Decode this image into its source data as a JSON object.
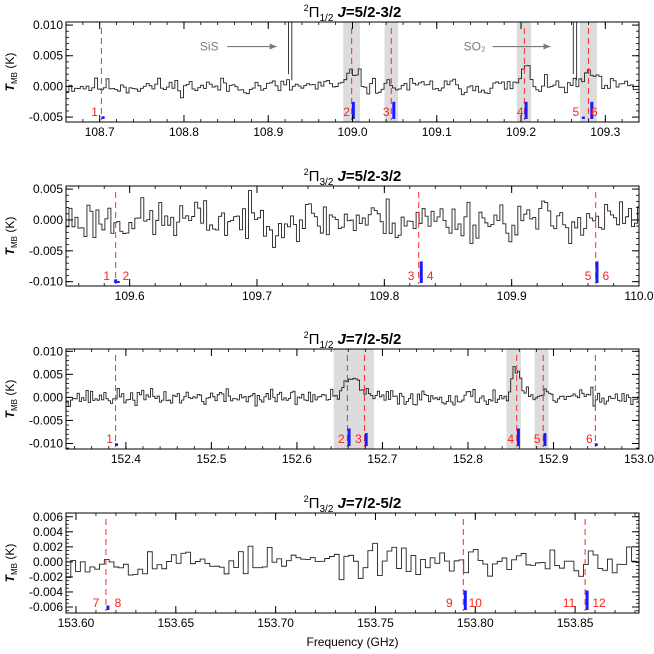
{
  "figure": {
    "xlabel": "Frequency (GHz)"
  },
  "chart_data": [
    {
      "type": "line",
      "title": "²Π1/2 J=5/2-3/2",
      "title_parts": {
        "sup": "2",
        "pi": "Π",
        "sub": "1/2",
        "j": "J",
        "rest": "=5/2-3/2"
      },
      "ylabel": {
        "t": "T",
        "sub": "MB",
        "unit": " (K)"
      },
      "xlim": [
        108.66,
        109.34
      ],
      "ylim": [
        -0.0058,
        0.0105
      ],
      "xticks": [
        108.7,
        108.8,
        108.9,
        109.0,
        109.1,
        109.2,
        109.3
      ],
      "xtick_labels": [
        "108.7",
        "108.8",
        "108.9",
        "109.0",
        "109.1",
        "109.2",
        "109.3"
      ],
      "yticks": [
        0.01,
        0.005,
        0.0,
        -0.005
      ],
      "ytick_labels": [
        "0.010",
        "0.005",
        "0.000",
        "-0.005"
      ],
      "xminor_step": 0.02,
      "yminor_step": 0.001,
      "shaded": [
        [
          108.989,
          109.009
        ],
        [
          109.038,
          109.054
        ],
        [
          109.195,
          109.212
        ],
        [
          109.27,
          109.29
        ]
      ],
      "dashed": [
        108.702,
        108.999,
        109.046,
        109.204,
        109.28
      ],
      "markers": [
        {
          "x": 108.704,
          "h": 0.00045
        },
        {
          "x": 109.001,
          "h": 0.0028
        },
        {
          "x": 109.049,
          "h": 0.0028
        },
        {
          "x": 109.206,
          "h": 0.0028
        },
        {
          "x": 109.274,
          "h": 0.0004
        },
        {
          "x": 109.284,
          "h": 0.0028
        }
      ],
      "numbers": [
        {
          "text": "1",
          "x": 108.694
        },
        {
          "text": "2",
          "x": 108.993
        },
        {
          "text": "3",
          "x": 109.04
        },
        {
          "text": "4",
          "x": 109.199
        },
        {
          "text": "5",
          "x": 109.265
        },
        {
          "text": "6",
          "x": 109.287
        }
      ],
      "annotations": [
        {
          "text": "SiS",
          "x": 108.83,
          "y": 0.0065,
          "arrow_to": 108.91
        },
        {
          "text": "SO₂",
          "x": 109.145,
          "y": 0.0065,
          "arrow_to": 109.235
        }
      ],
      "spikes": [
        {
          "x": 108.924
        },
        {
          "x": 109.262
        }
      ],
      "noise": {
        "seed": 11,
        "step": 0.0034,
        "amp": 0.0015,
        "bumps": [
          [
            109.0,
            0.0028,
            0.008
          ],
          [
            109.204,
            0.0028,
            0.008
          ],
          [
            109.28,
            0.0025,
            0.008
          ]
        ]
      }
    },
    {
      "type": "line",
      "title": "²Π3/2 J=5/2-3/2",
      "title_parts": {
        "sup": "2",
        "pi": "Π",
        "sub": "3/2",
        "j": "J",
        "rest": "=5/2-3/2"
      },
      "ylabel": {
        "t": "T",
        "sub": "MB",
        "unit": " (K)"
      },
      "xlim": [
        109.55,
        110.0
      ],
      "ylim": [
        -0.0107,
        0.0055
      ],
      "xticks": [
        109.6,
        109.7,
        109.8,
        109.9,
        110.0
      ],
      "xtick_labels": [
        "109.6",
        "109.7",
        "109.8",
        "109.9",
        "110.0"
      ],
      "yticks": [
        0.005,
        0.0,
        -0.005,
        -0.01
      ],
      "ytick_labels": [
        "0.005",
        "0.000",
        "-0.005",
        "-0.010"
      ],
      "xminor_step": 0.02,
      "yminor_step": 0.001,
      "shaded": [],
      "dashed": [
        109.589,
        109.827,
        109.966
      ],
      "markers": [
        {
          "x": 109.589,
          "h": 0.0006
        },
        {
          "x": 109.591,
          "h": 0.0003
        },
        {
          "x": 109.829,
          "h": 0.0035
        },
        {
          "x": 109.967,
          "h": 0.0035
        }
      ],
      "numbers": [
        {
          "text": "1",
          "x": 109.582
        },
        {
          "text": "2",
          "x": 109.597
        },
        {
          "text": "3",
          "x": 109.821
        },
        {
          "text": "4",
          "x": 109.836
        },
        {
          "text": "5",
          "x": 109.96
        },
        {
          "text": "6",
          "x": 109.974
        }
      ],
      "annotations": [],
      "spikes": [],
      "noise": {
        "seed": 23,
        "step": 0.00235,
        "amp": 0.0038,
        "bumps": []
      }
    },
    {
      "type": "line",
      "title": "²Π1/2 J=7/2-5/2",
      "title_parts": {
        "sup": "2",
        "pi": "Π",
        "sub": "1/2",
        "j": "J",
        "rest": "=7/2-5/2"
      },
      "ylabel": {
        "t": "T",
        "sub": "MB",
        "unit": " (K)"
      },
      "xlim": [
        152.33,
        153.0
      ],
      "ylim": [
        -0.0112,
        0.0105
      ],
      "xticks": [
        152.4,
        152.5,
        152.6,
        152.7,
        152.8,
        152.9,
        153.0
      ],
      "xtick_labels": [
        "152.4",
        "152.5",
        "152.6",
        "152.7",
        "152.8",
        "152.9",
        "153.0"
      ],
      "yticks": [
        0.01,
        0.005,
        0.0,
        -0.005,
        -0.01
      ],
      "ytick_labels": [
        "0.010",
        "0.005",
        "0.000",
        "-0.005",
        "-0.010"
      ],
      "xminor_step": 0.02,
      "yminor_step": 0.001,
      "shaded": [
        [
          152.643,
          152.69
        ],
        [
          152.845,
          152.862
        ],
        [
          152.878,
          152.894
        ]
      ],
      "dashed": [
        152.388,
        152.659,
        152.679,
        152.857,
        152.888,
        152.949
      ],
      "markers": [
        {
          "x": 152.389,
          "h": 0.0006
        },
        {
          "x": 152.661,
          "h": 0.0038
        },
        {
          "x": 152.681,
          "h": 0.0028
        },
        {
          "x": 152.859,
          "h": 0.0038
        },
        {
          "x": 152.89,
          "h": 0.0028
        },
        {
          "x": 152.95,
          "h": 0.0006
        }
      ],
      "numbers": [
        {
          "text": "1",
          "x": 152.381
        },
        {
          "text": "2",
          "x": 152.652
        },
        {
          "text": "3",
          "x": 152.672
        },
        {
          "text": "4",
          "x": 152.85
        },
        {
          "text": "5",
          "x": 152.881
        },
        {
          "text": "6",
          "x": 152.942
        }
      ],
      "annotations": [],
      "spikes": [],
      "noise": {
        "seed": 37,
        "step": 0.0026,
        "amp": 0.0019,
        "bumps": [
          [
            152.665,
            0.004,
            0.012
          ],
          [
            152.855,
            0.0065,
            0.006
          ]
        ]
      }
    },
    {
      "type": "line",
      "title": "²Π3/2 J=7/2-5/2",
      "title_parts": {
        "sup": "2",
        "pi": "Π",
        "sub": "3/2",
        "j": "J",
        "rest": "=7/2-5/2"
      },
      "ylabel": {
        "t": "T",
        "sub": "MB",
        "unit": " (K)"
      },
      "xlim": [
        153.595,
        153.882
      ],
      "ylim": [
        -0.0068,
        0.0065
      ],
      "xticks": [
        153.6,
        153.65,
        153.7,
        153.75,
        153.8,
        153.85
      ],
      "xtick_labels": [
        "153.60",
        "153.65",
        "153.70",
        "153.75",
        "153.80",
        "153.85"
      ],
      "yticks": [
        0.006,
        0.004,
        0.002,
        0.0,
        -0.002,
        -0.004,
        -0.006
      ],
      "ytick_labels": [
        "0.006",
        "0.004",
        "0.002",
        "0.000",
        "-0.002",
        "-0.004",
        "-0.006"
      ],
      "xminor_step": 0.01,
      "yminor_step": 0.0005,
      "shaded": [],
      "dashed": [
        153.615,
        153.794,
        153.855
      ],
      "markers": [
        {
          "x": 153.616,
          "h": 0.0006
        },
        {
          "x": 153.795,
          "h": 0.0026
        },
        {
          "x": 153.856,
          "h": 0.0026
        }
      ],
      "numbers": [
        {
          "text": "7",
          "x": 153.61
        },
        {
          "text": "8",
          "x": 153.621
        },
        {
          "text": "9",
          "x": 153.787
        },
        {
          "text": "10",
          "x": 153.8
        },
        {
          "text": "11",
          "x": 153.847
        },
        {
          "text": "12",
          "x": 153.862
        }
      ],
      "annotations": [],
      "spikes": [],
      "noise": {
        "seed": 53,
        "step": 0.0024,
        "amp": 0.0022,
        "bumps": []
      }
    }
  ]
}
